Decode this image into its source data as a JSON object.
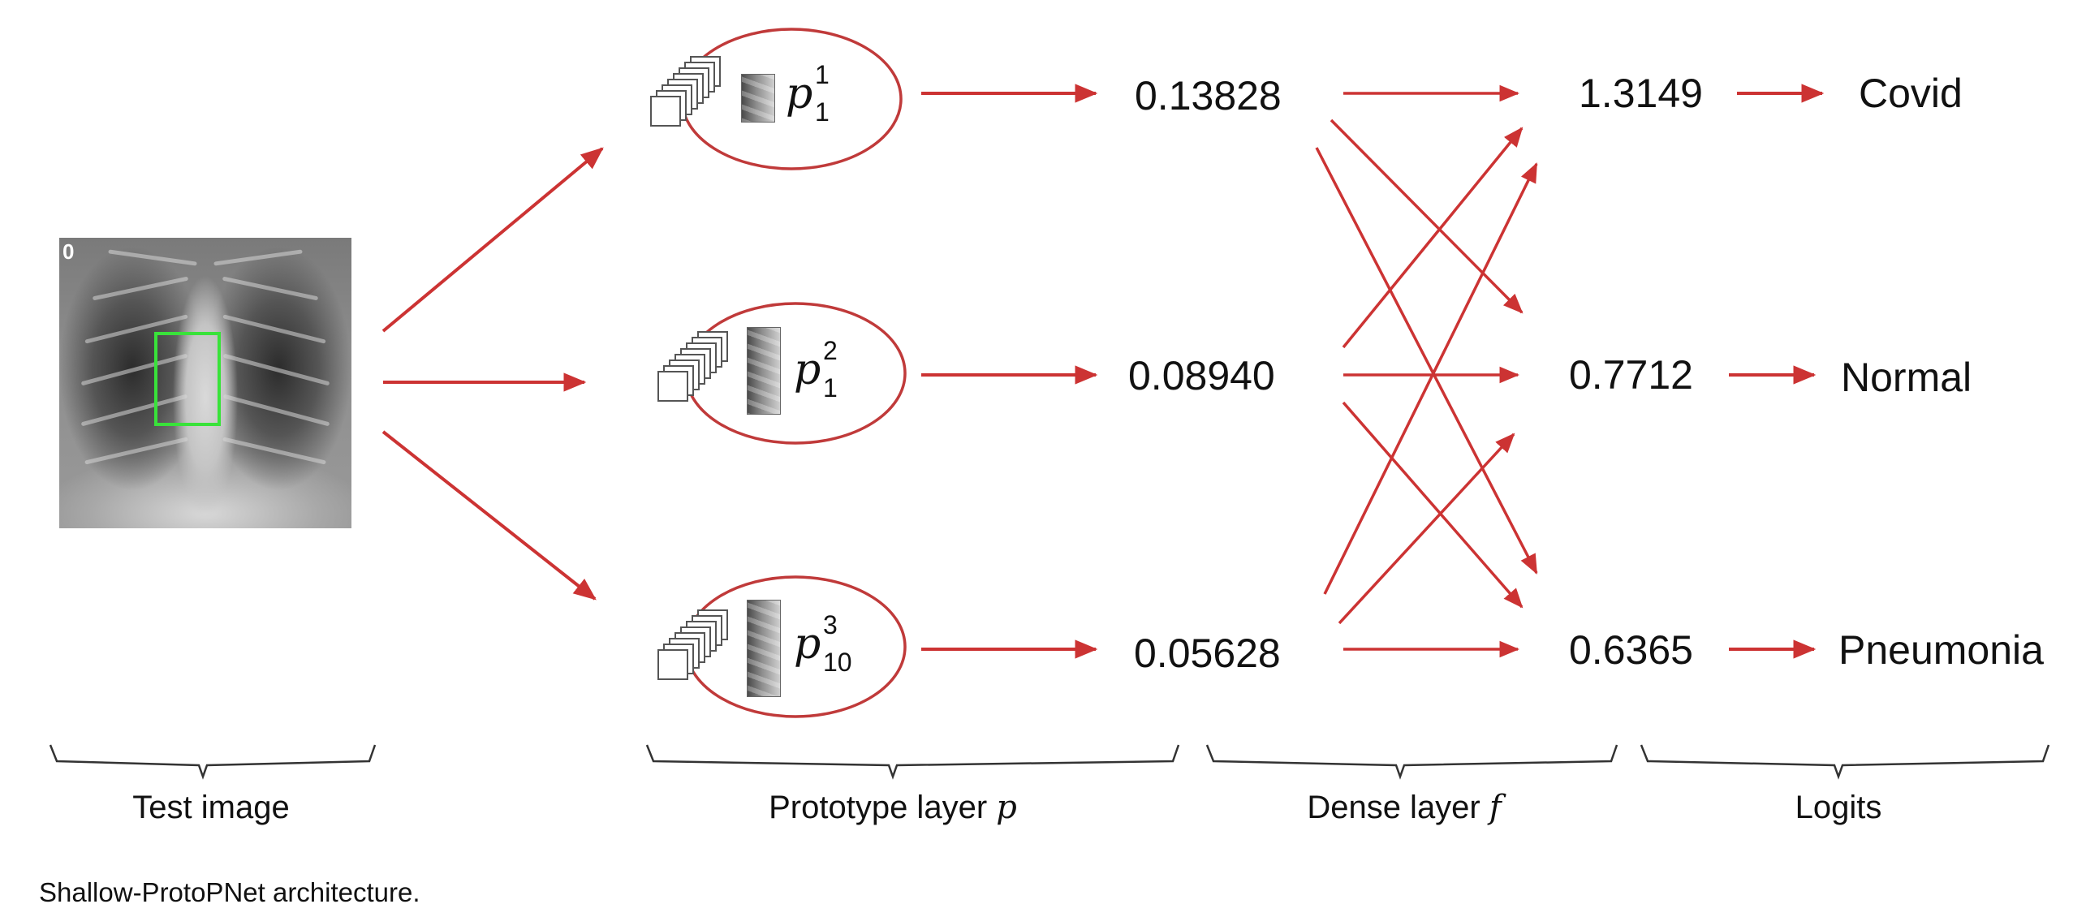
{
  "diagram": {
    "test_image": {
      "corner_mark": "0"
    },
    "prototypes": [
      {
        "letter": "p",
        "superscript": "1",
        "subscript": "1"
      },
      {
        "letter": "p",
        "superscript": "2",
        "subscript": "1"
      },
      {
        "letter": "p",
        "superscript": "3",
        "subscript": "10"
      }
    ],
    "similarity_scores": [
      "0.13828",
      "0.08940",
      "0.05628"
    ],
    "logits": [
      "1.3149",
      "0.7712",
      "0.6365"
    ],
    "classes": [
      "Covid",
      "Normal",
      "Pneumonia"
    ],
    "brace_labels": {
      "test_image": "Test image",
      "prototype_layer": "Prototype layer",
      "prototype_layer_var": "p",
      "dense_layer": "Dense layer",
      "dense_layer_var": "f",
      "logits": "Logits"
    },
    "caption": "Shallow-ProtoPNet architecture."
  },
  "colors": {
    "arrow": "#cc3333",
    "ellipse": "#c03a3a",
    "roi_box": "#39e23a",
    "text": "#111111"
  }
}
